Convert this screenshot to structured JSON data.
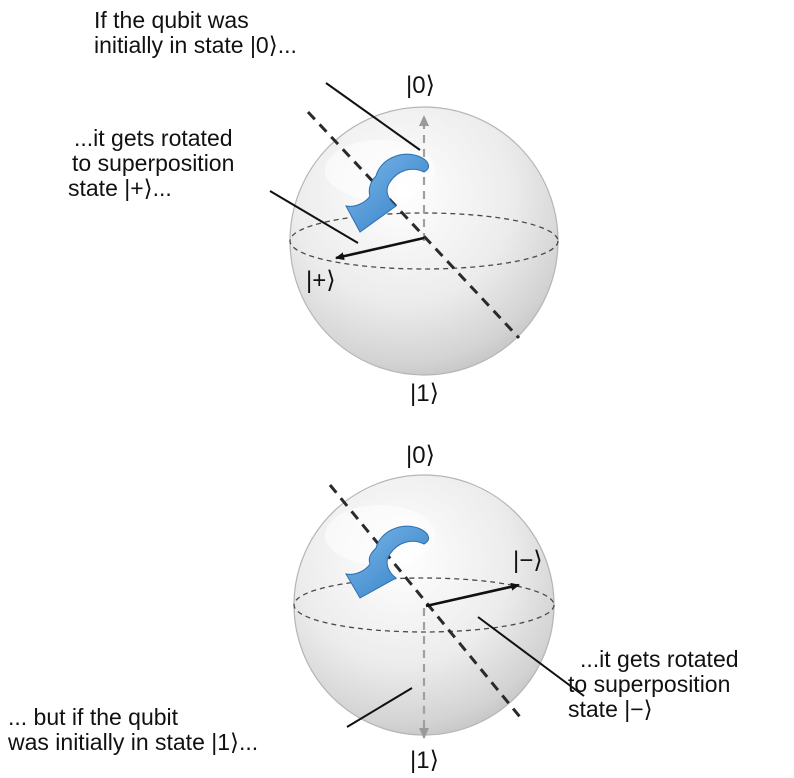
{
  "top": {
    "caption_initial": [
      "If the qubit was",
      "initially in state |0⟩..."
    ],
    "caption_rotated": [
      "...it gets rotated",
      "to superposition",
      "state |+⟩..."
    ],
    "ket_top": "|0⟩",
    "ket_bottom": "|1⟩",
    "ket_vector": "|+⟩"
  },
  "bottom": {
    "caption_initial": [
      "... but if the qubit",
      "was initially in state |1⟩..."
    ],
    "caption_rotated": [
      "...it gets rotated",
      "to superposition",
      "state |−⟩"
    ],
    "ket_top": "|0⟩",
    "ket_bottom": "|1⟩",
    "ket_vector": "|−⟩"
  },
  "colors": {
    "rotation_arrow": "#4f97d6",
    "sphere_edge": "#a8a8a8",
    "axis_dashed_gray": "#a0a0a0",
    "rotation_axis": "#2a2a2a",
    "state_vector": "#111111"
  }
}
